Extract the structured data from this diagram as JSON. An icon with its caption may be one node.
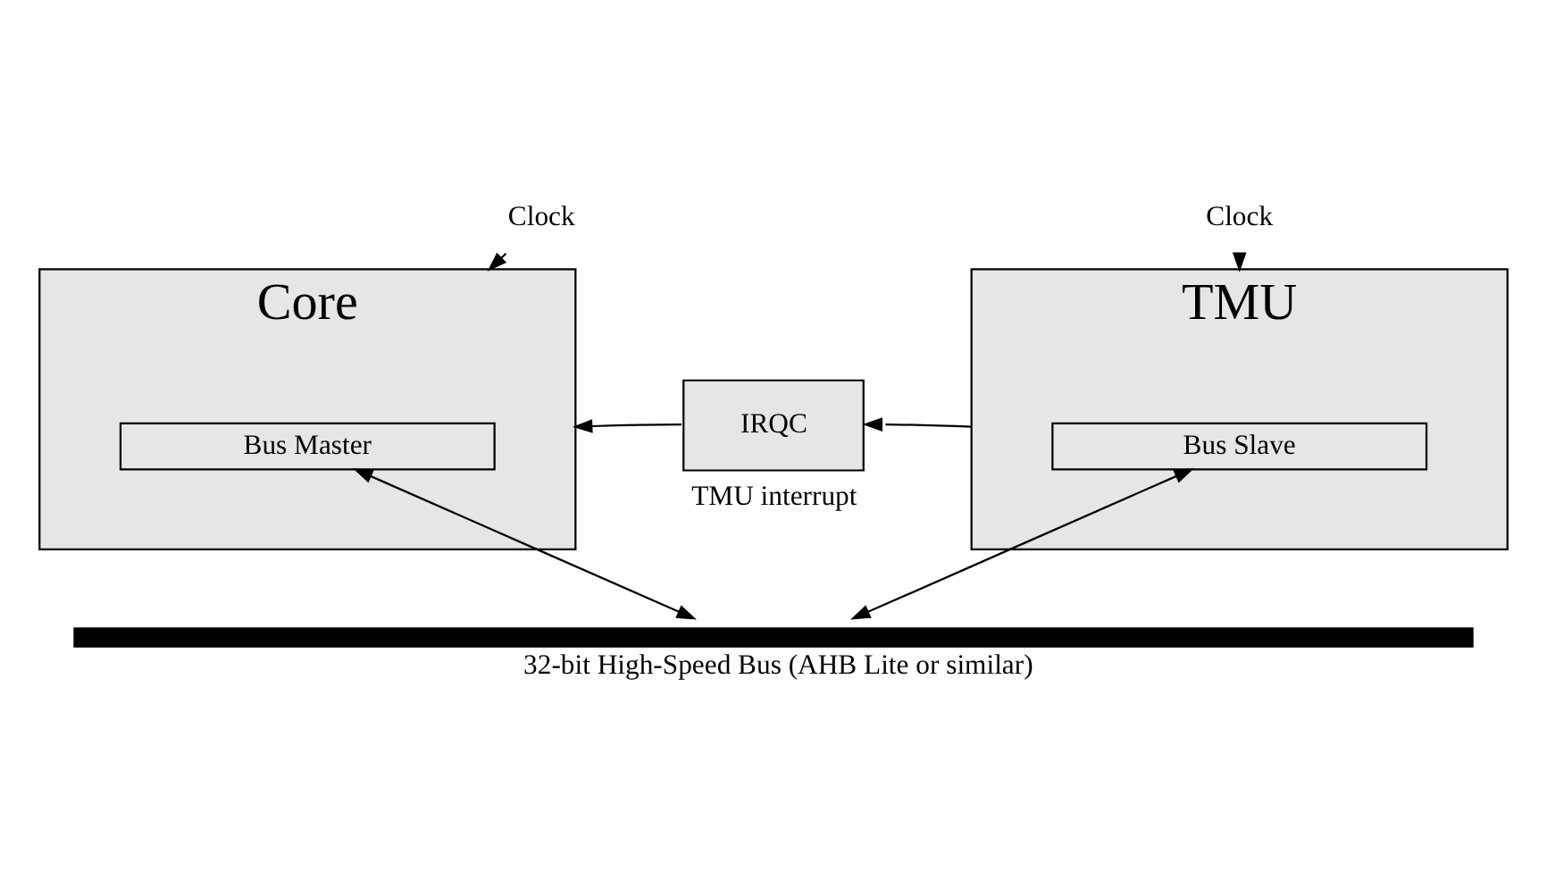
{
  "diagram": {
    "nodes": [
      {
        "text": [
          "Clock"
        ]
      },
      {
        "text": [
          "Core"
        ]
      },
      {
        "text": [
          "Bus Master"
        ],
        "in": 1
      },
      {
        "text": [
          "IRQC"
        ],
        "beside": [
          "TMU interrupt"
        ]
      },
      {
        "text": [
          "Clock"
        ]
      },
      {
        "text": [
          "TMU"
        ]
      },
      {
        "text": [
          "Bus Slave"
        ],
        "in": 5
      },
      {
        "text": [
          "32-bit High-Speed Bus (AHB Lite or similar)"
        ]
      }
    ],
    "edges": [
      {
        "from": 0,
        "to": 1,
        "arrow": "to"
      },
      {
        "from": 4,
        "to": 5,
        "arrow": "to"
      },
      {
        "from": 5,
        "to": 3,
        "arrow": "to"
      },
      {
        "from": 3,
        "to": 1,
        "arrow": "to"
      },
      {
        "from": 2,
        "to": 7,
        "arrow": "both"
      },
      {
        "from": 6,
        "to": 7,
        "arrow": "both"
      }
    ]
  }
}
